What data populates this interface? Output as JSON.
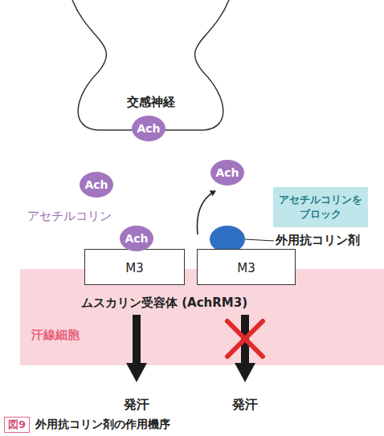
{
  "diagram": {
    "caption": "外用抗コリン剤の作用機序",
    "nodes": [
      {
        "text": [
          "交感神経"
        ]
      },
      {
        "text": [
          "Ach"
        ],
        "in": 0
      },
      {
        "text": [
          "Ach"
        ]
      },
      {
        "text": [
          "Ach"
        ]
      },
      {
        "text": [
          "アセチルコリンを ブロック"
        ]
      },
      {
        "text": [
          "Ach"
        ]
      },
      {
        "text": [
          "M3"
        ]
      },
      {
        "text": [
          "M3"
        ]
      },
      {
        "text": [
          "ムスカリン受容体 (AchRM3)",
          "汗線細胞"
        ]
      }
    ],
    "labels": [
      "アセチルコリン",
      "外用抗コリン剤",
      "発汗",
      "発汗",
      "図9"
    ]
  }
}
